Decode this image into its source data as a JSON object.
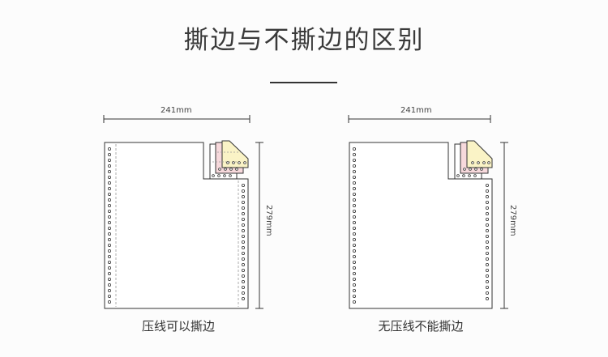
{
  "header": {
    "title": "撕边与不撕边的区别"
  },
  "left_diagram": {
    "width_label": "241mm",
    "height_label": "279mm",
    "caption": "压线可以撕边"
  },
  "right_diagram": {
    "width_label": "241mm",
    "height_label": "279mm",
    "caption": "无压线不能撕边"
  },
  "colors": {
    "line": "#333333",
    "sheet_pink": "#f7d9dc",
    "sheet_yellow": "#faf3c6",
    "sheet_white": "#ffffff",
    "dash": "#999999"
  }
}
